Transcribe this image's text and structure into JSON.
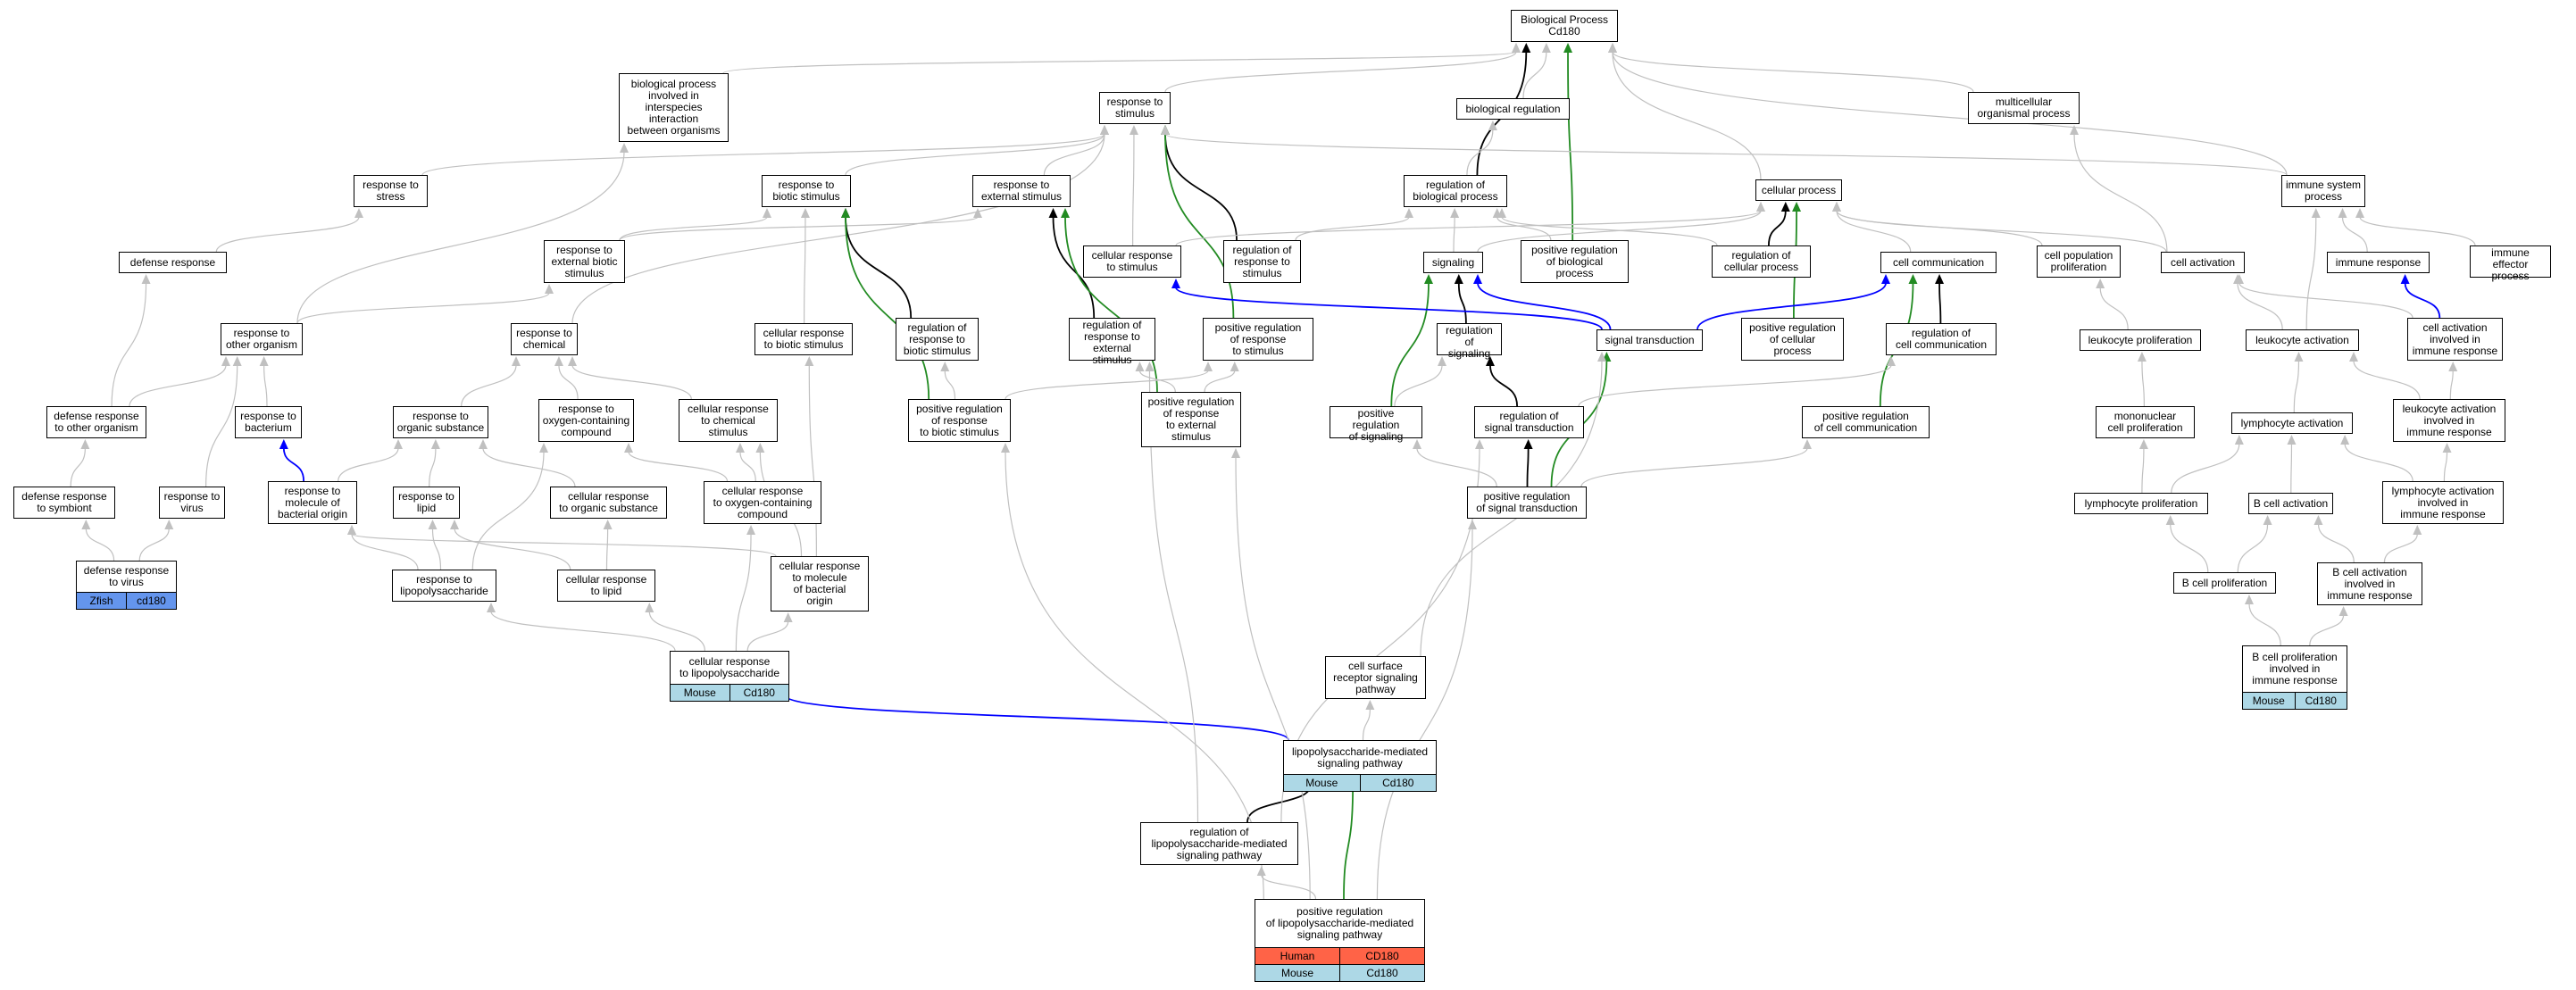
{
  "colors": {
    "grey": "#c0c0c0",
    "black": "#000000",
    "green": "#228b22",
    "blue": "#0000ff",
    "mouse": "#add8e6",
    "human": "#ff6347",
    "zfish": "#6495ed"
  },
  "nodes": [
    {
      "id": "bp",
      "label": "Biological Process\nCd180"
    },
    {
      "id": "bpint",
      "label": "biological process\ninvolved in\ninterspecies\ninteraction\nbetween organisms"
    },
    {
      "id": "rstim",
      "label": "response to\nstimulus"
    },
    {
      "id": "breg",
      "label": "biological regulation"
    },
    {
      "id": "multi",
      "label": "multicellular\norganismal process"
    },
    {
      "id": "rstress",
      "label": "response to\nstress"
    },
    {
      "id": "rbiotic",
      "label": "response to\nbiotic stimulus"
    },
    {
      "id": "rext",
      "label": "response to\nexternal stimulus"
    },
    {
      "id": "regbp",
      "label": "regulation of\nbiological process"
    },
    {
      "id": "cellp",
      "label": "cellular process"
    },
    {
      "id": "immsys",
      "label": "immune system\nprocess"
    },
    {
      "id": "defresp",
      "label": "defense response"
    },
    {
      "id": "rextbio",
      "label": "response to\nexternal biotic\nstimulus"
    },
    {
      "id": "crstim",
      "label": "cellular response\nto stimulus"
    },
    {
      "id": "regrstim",
      "label": "regulation of\nresponse to\nstimulus"
    },
    {
      "id": "signaling",
      "label": "signaling"
    },
    {
      "id": "posregbp",
      "label": "positive regulation\nof biological\nprocess"
    },
    {
      "id": "regcellp",
      "label": "regulation of\ncellular process"
    },
    {
      "id": "cellcomm",
      "label": "cell communication"
    },
    {
      "id": "cellpop",
      "label": "cell population\nproliferation"
    },
    {
      "id": "cellact",
      "label": "cell activation"
    },
    {
      "id": "immresp",
      "label": "immune response"
    },
    {
      "id": "immeff",
      "label": "immune effector\nprocess"
    },
    {
      "id": "rotherorg",
      "label": "response to\nother organism"
    },
    {
      "id": "rchem",
      "label": "response to\nchemical"
    },
    {
      "id": "crbiotic",
      "label": "cellular response\nto biotic stimulus"
    },
    {
      "id": "regrbiotic",
      "label": "regulation of\nresponse to\nbiotic stimulus"
    },
    {
      "id": "regrext",
      "label": "regulation of\nresponse to\nexternal stimulus"
    },
    {
      "id": "posregrstim",
      "label": "positive regulation\nof response\nto stimulus"
    },
    {
      "id": "regsig",
      "label": "regulation of\nsignaling"
    },
    {
      "id": "sigtrans",
      "label": "signal transduction"
    },
    {
      "id": "posregcellp",
      "label": "positive regulation\nof cellular\nprocess"
    },
    {
      "id": "regcellcomm",
      "label": "regulation of\ncell communication"
    },
    {
      "id": "leukprolif",
      "label": "leukocyte proliferation"
    },
    {
      "id": "leukact",
      "label": "leukocyte activation"
    },
    {
      "id": "cellactimm",
      "label": "cell activation\ninvolved in\nimmune response"
    },
    {
      "id": "defother",
      "label": "defense response\nto other organism"
    },
    {
      "id": "rbact",
      "label": "response to\nbacterium"
    },
    {
      "id": "rorgsub",
      "label": "response to\norganic substance"
    },
    {
      "id": "roxy",
      "label": "response to\noxygen-containing\ncompound"
    },
    {
      "id": "crchem",
      "label": "cellular response\nto chemical\nstimulus"
    },
    {
      "id": "posregrbiotic",
      "label": "positive regulation\nof response\nto biotic stimulus"
    },
    {
      "id": "posregrext",
      "label": "positive regulation\nof response\nto external\nstimulus"
    },
    {
      "id": "posregsig",
      "label": "positive regulation\nof signaling"
    },
    {
      "id": "regsigtrans",
      "label": "regulation of\nsignal transduction"
    },
    {
      "id": "posregcellcomm",
      "label": "positive regulation\nof cell communication"
    },
    {
      "id": "mononuc",
      "label": "mononuclear\ncell proliferation"
    },
    {
      "id": "lymphact",
      "label": "lymphocyte activation"
    },
    {
      "id": "leukactimm",
      "label": "leukocyte activation\ninvolved in\nimmune response"
    },
    {
      "id": "defsymb",
      "label": "defense response\nto symbiont"
    },
    {
      "id": "rvirus",
      "label": "response to\nvirus"
    },
    {
      "id": "rmolbact",
      "label": "response to\nmolecule of\nbacterial origin"
    },
    {
      "id": "rlipid",
      "label": "response to\nlipid"
    },
    {
      "id": "crorgsub",
      "label": "cellular response\nto organic substance"
    },
    {
      "id": "croxy",
      "label": "cellular response\nto oxygen-containing\ncompound"
    },
    {
      "id": "posregsigtrans",
      "label": "positive regulation\nof signal transduction"
    },
    {
      "id": "lymphprolif",
      "label": "lymphocyte proliferation"
    },
    {
      "id": "bcellact",
      "label": "B cell activation"
    },
    {
      "id": "lymphactimm",
      "label": "lymphocyte activation\ninvolved in\nimmune response"
    },
    {
      "id": "defvirus",
      "label": "defense response\nto virus",
      "rows": [
        [
          {
            "text": "Zfish",
            "color": "zfish"
          },
          {
            "text": "cd180",
            "color": "zfish"
          }
        ]
      ]
    },
    {
      "id": "rlps",
      "label": "response to\nlipopolysaccharide"
    },
    {
      "id": "crlipid",
      "label": "cellular response\nto lipid"
    },
    {
      "id": "crmolbact",
      "label": "cellular response\nto molecule\nof bacterial\norigin"
    },
    {
      "id": "bcellprolif",
      "label": "B cell proliferation"
    },
    {
      "id": "bcellactimm",
      "label": "B cell activation\ninvolved in\nimmune response"
    },
    {
      "id": "crlps",
      "label": "cellular response\nto lipopolysaccharide",
      "rows": [
        [
          {
            "text": "Mouse",
            "color": "mouse"
          },
          {
            "text": "Cd180",
            "color": "mouse"
          }
        ]
      ]
    },
    {
      "id": "cellsurf",
      "label": "cell surface\nreceptor signaling\npathway"
    },
    {
      "id": "bprolifimm",
      "label": "B cell proliferation\ninvolved in\nimmune response",
      "rows": [
        [
          {
            "text": "Mouse",
            "color": "mouse"
          },
          {
            "text": "Cd180",
            "color": "mouse"
          }
        ]
      ]
    },
    {
      "id": "lpspath",
      "label": "lipopolysaccharide-mediated\nsignaling pathway",
      "rows": [
        [
          {
            "text": "Mouse",
            "color": "mouse"
          },
          {
            "text": "Cd180",
            "color": "mouse"
          }
        ]
      ]
    },
    {
      "id": "reglps",
      "label": "regulation of\nlipopolysaccharide-mediated\nsignaling pathway"
    },
    {
      "id": "posreglps",
      "label": "positive regulation\nof lipopolysaccharide-mediated\nsignaling pathway",
      "rows": [
        [
          {
            "text": "Human",
            "color": "human"
          },
          {
            "text": "CD180",
            "color": "human"
          }
        ],
        [
          {
            "text": "Mouse",
            "color": "mouse"
          },
          {
            "text": "Cd180",
            "color": "mouse"
          }
        ]
      ]
    }
  ],
  "edges": [
    [
      "bpint",
      "bp",
      "grey"
    ],
    [
      "rstim",
      "bp",
      "grey"
    ],
    [
      "breg",
      "bp",
      "grey"
    ],
    [
      "multi",
      "bp",
      "grey"
    ],
    [
      "cellp",
      "bp",
      "grey"
    ],
    [
      "immsys",
      "bp",
      "grey"
    ],
    [
      "regbp",
      "bp",
      "black"
    ],
    [
      "posregbp",
      "bp",
      "green"
    ],
    [
      "regbp",
      "breg",
      "grey"
    ],
    [
      "rstress",
      "rstim",
      "grey"
    ],
    [
      "rbiotic",
      "rstim",
      "grey"
    ],
    [
      "rext",
      "rstim",
      "grey"
    ],
    [
      "crstim",
      "rstim",
      "grey"
    ],
    [
      "regrstim",
      "rstim",
      "black"
    ],
    [
      "posregrstim",
      "rstim",
      "green"
    ],
    [
      "rchem",
      "rstim",
      "grey"
    ],
    [
      "immsys",
      "rstim",
      "grey"
    ],
    [
      "rotherorg",
      "bpint",
      "grey"
    ],
    [
      "rextbio",
      "rbiotic",
      "grey"
    ],
    [
      "rextbio",
      "rext",
      "grey"
    ],
    [
      "crbiotic",
      "rbiotic",
      "grey"
    ],
    [
      "regrbiotic",
      "rbiotic",
      "black"
    ],
    [
      "posregrbiotic",
      "rbiotic",
      "green"
    ],
    [
      "regrext",
      "rext",
      "black"
    ],
    [
      "posregrext",
      "rext",
      "green"
    ],
    [
      "crstim",
      "cellp",
      "grey"
    ],
    [
      "signaling",
      "cellp",
      "grey"
    ],
    [
      "regcellp",
      "cellp",
      "black"
    ],
    [
      "posregcellp",
      "cellp",
      "green"
    ],
    [
      "cellcomm",
      "cellp",
      "grey"
    ],
    [
      "cellpop",
      "cellp",
      "grey"
    ],
    [
      "cellact",
      "cellp",
      "grey"
    ],
    [
      "regrstim",
      "regbp",
      "grey"
    ],
    [
      "signaling",
      "regbp",
      "grey"
    ],
    [
      "posregbp",
      "regbp",
      "grey"
    ],
    [
      "regcellp",
      "regbp",
      "grey"
    ],
    [
      "immresp",
      "immsys",
      "grey"
    ],
    [
      "immeff",
      "immsys",
      "grey"
    ],
    [
      "leukact",
      "immsys",
      "grey"
    ],
    [
      "cellact",
      "multi",
      "grey"
    ],
    [
      "defresp",
      "rstress",
      "grey"
    ],
    [
      "defother",
      "defresp",
      "grey"
    ],
    [
      "rotherorg",
      "rextbio",
      "grey"
    ],
    [
      "regsig",
      "signaling",
      "black"
    ],
    [
      "posregsig",
      "signaling",
      "green"
    ],
    [
      "sigtrans",
      "signaling",
      "blue"
    ],
    [
      "sigtrans",
      "crstim",
      "blue"
    ],
    [
      "sigtrans",
      "cellcomm",
      "blue"
    ],
    [
      "regsigtrans",
      "regsig",
      "black"
    ],
    [
      "posregsigtrans",
      "regsigtrans",
      "black"
    ],
    [
      "posregsigtrans",
      "sigtrans",
      "green"
    ],
    [
      "regcellcomm",
      "cellcomm",
      "black"
    ],
    [
      "posregcellcomm",
      "cellcomm",
      "green"
    ],
    [
      "regsigtrans",
      "regcellcomm",
      "grey"
    ],
    [
      "posregsigtrans",
      "posregcellcomm",
      "grey"
    ],
    [
      "cellactimm",
      "immresp",
      "blue"
    ],
    [
      "cellactimm",
      "cellact",
      "grey"
    ],
    [
      "leukact",
      "cellact",
      "grey"
    ],
    [
      "leukprolif",
      "cellpop",
      "grey"
    ],
    [
      "mononuc",
      "leukprolif",
      "grey"
    ],
    [
      "lymphact",
      "leukact",
      "grey"
    ],
    [
      "leukactimm",
      "leukact",
      "grey"
    ],
    [
      "leukactimm",
      "cellactimm",
      "grey"
    ],
    [
      "lymphactimm",
      "leukactimm",
      "grey"
    ],
    [
      "lymphprolif",
      "mononuc",
      "grey"
    ],
    [
      "lymphprolif",
      "lymphact",
      "grey"
    ],
    [
      "bcellact",
      "lymphact",
      "grey"
    ],
    [
      "lymphactimm",
      "lymphact",
      "grey"
    ],
    [
      "bcellprolif",
      "lymphprolif",
      "grey"
    ],
    [
      "bcellprolif",
      "bcellact",
      "grey"
    ],
    [
      "bcellactimm",
      "bcellact",
      "grey"
    ],
    [
      "bcellactimm",
      "lymphactimm",
      "grey"
    ],
    [
      "bprolifimm",
      "bcellprolif",
      "grey"
    ],
    [
      "bprolifimm",
      "bcellactimm",
      "grey"
    ],
    [
      "defother",
      "rotherorg",
      "grey"
    ],
    [
      "rbact",
      "rotherorg",
      "grey"
    ],
    [
      "rvirus",
      "rotherorg",
      "grey"
    ],
    [
      "defsymb",
      "defother",
      "grey"
    ],
    [
      "defvirus",
      "defsymb",
      "grey"
    ],
    [
      "defvirus",
      "rvirus",
      "grey"
    ],
    [
      "rmolbact",
      "rbact",
      "blue"
    ],
    [
      "rorgsub",
      "rchem",
      "grey"
    ],
    [
      "roxy",
      "rchem",
      "grey"
    ],
    [
      "crchem",
      "rchem",
      "grey"
    ],
    [
      "rlipid",
      "rorgsub",
      "grey"
    ],
    [
      "rmolbact",
      "rorgsub",
      "grey"
    ],
    [
      "crorgsub",
      "rorgsub",
      "grey"
    ],
    [
      "croxy",
      "roxy",
      "grey"
    ],
    [
      "rlps",
      "rlipid",
      "grey"
    ],
    [
      "rlps",
      "roxy",
      "grey"
    ],
    [
      "rlps",
      "rmolbact",
      "grey"
    ],
    [
      "crlipid",
      "rlipid",
      "grey"
    ],
    [
      "crlipid",
      "crorgsub",
      "grey"
    ],
    [
      "croxy",
      "crchem",
      "grey"
    ],
    [
      "crmolbact",
      "rmolbact",
      "grey"
    ],
    [
      "crmolbact",
      "crbiotic",
      "grey"
    ],
    [
      "crmolbact",
      "crchem",
      "grey"
    ],
    [
      "crlps",
      "rlps",
      "grey"
    ],
    [
      "crlps",
      "crlipid",
      "grey"
    ],
    [
      "crlps",
      "crmolbact",
      "grey"
    ],
    [
      "crlps",
      "croxy",
      "grey"
    ],
    [
      "posregrbiotic",
      "regrbiotic",
      "grey"
    ],
    [
      "posregrbiotic",
      "posregrstim",
      "grey"
    ],
    [
      "posregrext",
      "regrext",
      "grey"
    ],
    [
      "posregrext",
      "posregrstim",
      "grey"
    ],
    [
      "posregsig",
      "regsig",
      "grey"
    ],
    [
      "posregsigtrans",
      "posregsig",
      "grey"
    ],
    [
      "cellsurf",
      "sigtrans",
      "grey"
    ],
    [
      "lpspath",
      "cellsurf",
      "grey"
    ],
    [
      "lpspath",
      "crlps",
      "blue"
    ],
    [
      "reglps",
      "lpspath",
      "black"
    ],
    [
      "reglps",
      "regsigtrans",
      "grey"
    ],
    [
      "reglps",
      "regrext",
      "grey"
    ],
    [
      "posreglps",
      "lpspath",
      "green"
    ],
    [
      "posreglps",
      "reglps",
      "grey"
    ],
    [
      "posreglps",
      "posregsigtrans",
      "grey"
    ],
    [
      "posreglps",
      "posregrbiotic",
      "grey"
    ],
    [
      "posreglps",
      "posregrext",
      "grey"
    ]
  ]
}
